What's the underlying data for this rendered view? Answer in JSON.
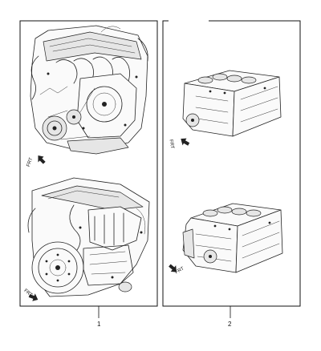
{
  "callouts": {
    "left_number": "1",
    "right_number": "2"
  },
  "orientation_labels": {
    "frt": "FRT"
  },
  "icons": {
    "direction_arrow": "front-direction-arrow-icon",
    "engine": "engine-assembly",
    "block": "short-block-assembly"
  }
}
